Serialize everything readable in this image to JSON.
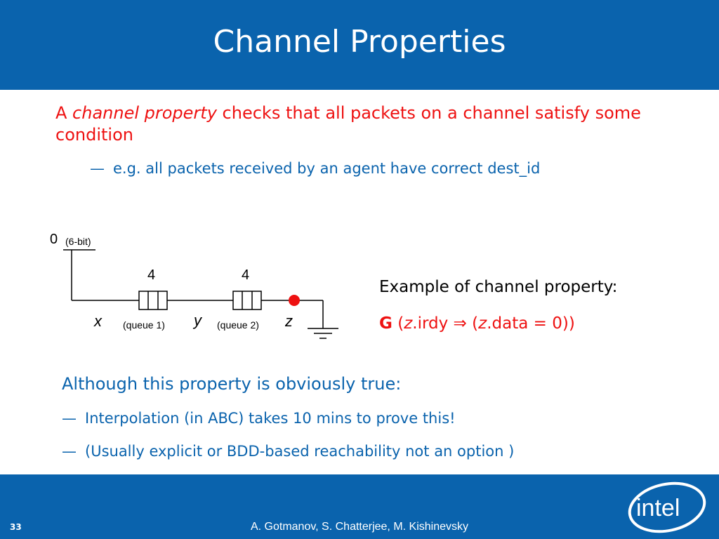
{
  "slide": {
    "title": "Channel Properties",
    "page_number": "33",
    "authors": "A. Gotmanov, S. Chatterjee, M. Kishinevsky",
    "logo_text": "intel"
  },
  "intro": {
    "part1": "A ",
    "emphasis": "channel property",
    "part2": " checks that all packets on a channel satisfy some condition"
  },
  "sub_bullet": {
    "dash": "—",
    "text": "e.g. all packets received by an agent have correct dest_id"
  },
  "diagram": {
    "source_value": "0",
    "source_width": "(6-bit)",
    "queue1_size": "4",
    "queue2_size": "4",
    "x_label": "x",
    "y_label": "y",
    "z_label": "z",
    "queue1_label": "(queue 1)",
    "queue2_label": "(queue 2)"
  },
  "example": {
    "caption": "Example of channel property:",
    "op": "G",
    "open": " (",
    "z1": "z",
    "irdy": ".irdy ",
    "implies": "⇒",
    "open2": " (",
    "z2": "z",
    "rest": ".data = 0))"
  },
  "although": {
    "heading": "Although this property is obviously true:",
    "dash": "—",
    "bullet1": "Interpolation (in ABC) takes 10 mins to prove this!",
    "bullet2": "(Usually explicit or BDD-based reachability not an option )"
  },
  "colors": {
    "brand_blue": "#0a63ad",
    "accent_red": "#ee1111"
  }
}
